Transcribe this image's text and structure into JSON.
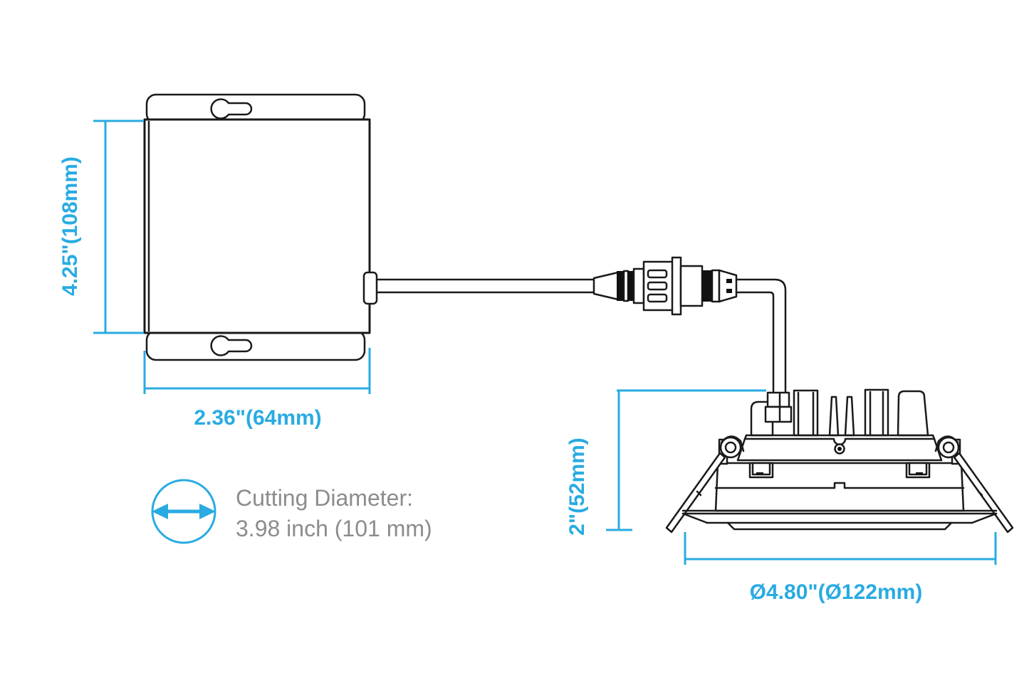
{
  "colors": {
    "dimension_accent": "#29ABE2",
    "line_art": "#1A1A1A",
    "note_text": "#8C8C8C",
    "background": "#FFFFFF"
  },
  "junction_box": {
    "height_dimension": "4.25\"(108mm)",
    "width_dimension": "2.36\"(64mm)"
  },
  "downlight": {
    "recess_height_dimension": "2\"(52mm)",
    "flange_diameter_dimension": "Ø4.80\"(Ø122mm)"
  },
  "cutting_note": {
    "icon": "diameter-circle-arrow-icon",
    "title": "Cutting Diameter:",
    "value": "3.98 inch (101 mm)"
  }
}
